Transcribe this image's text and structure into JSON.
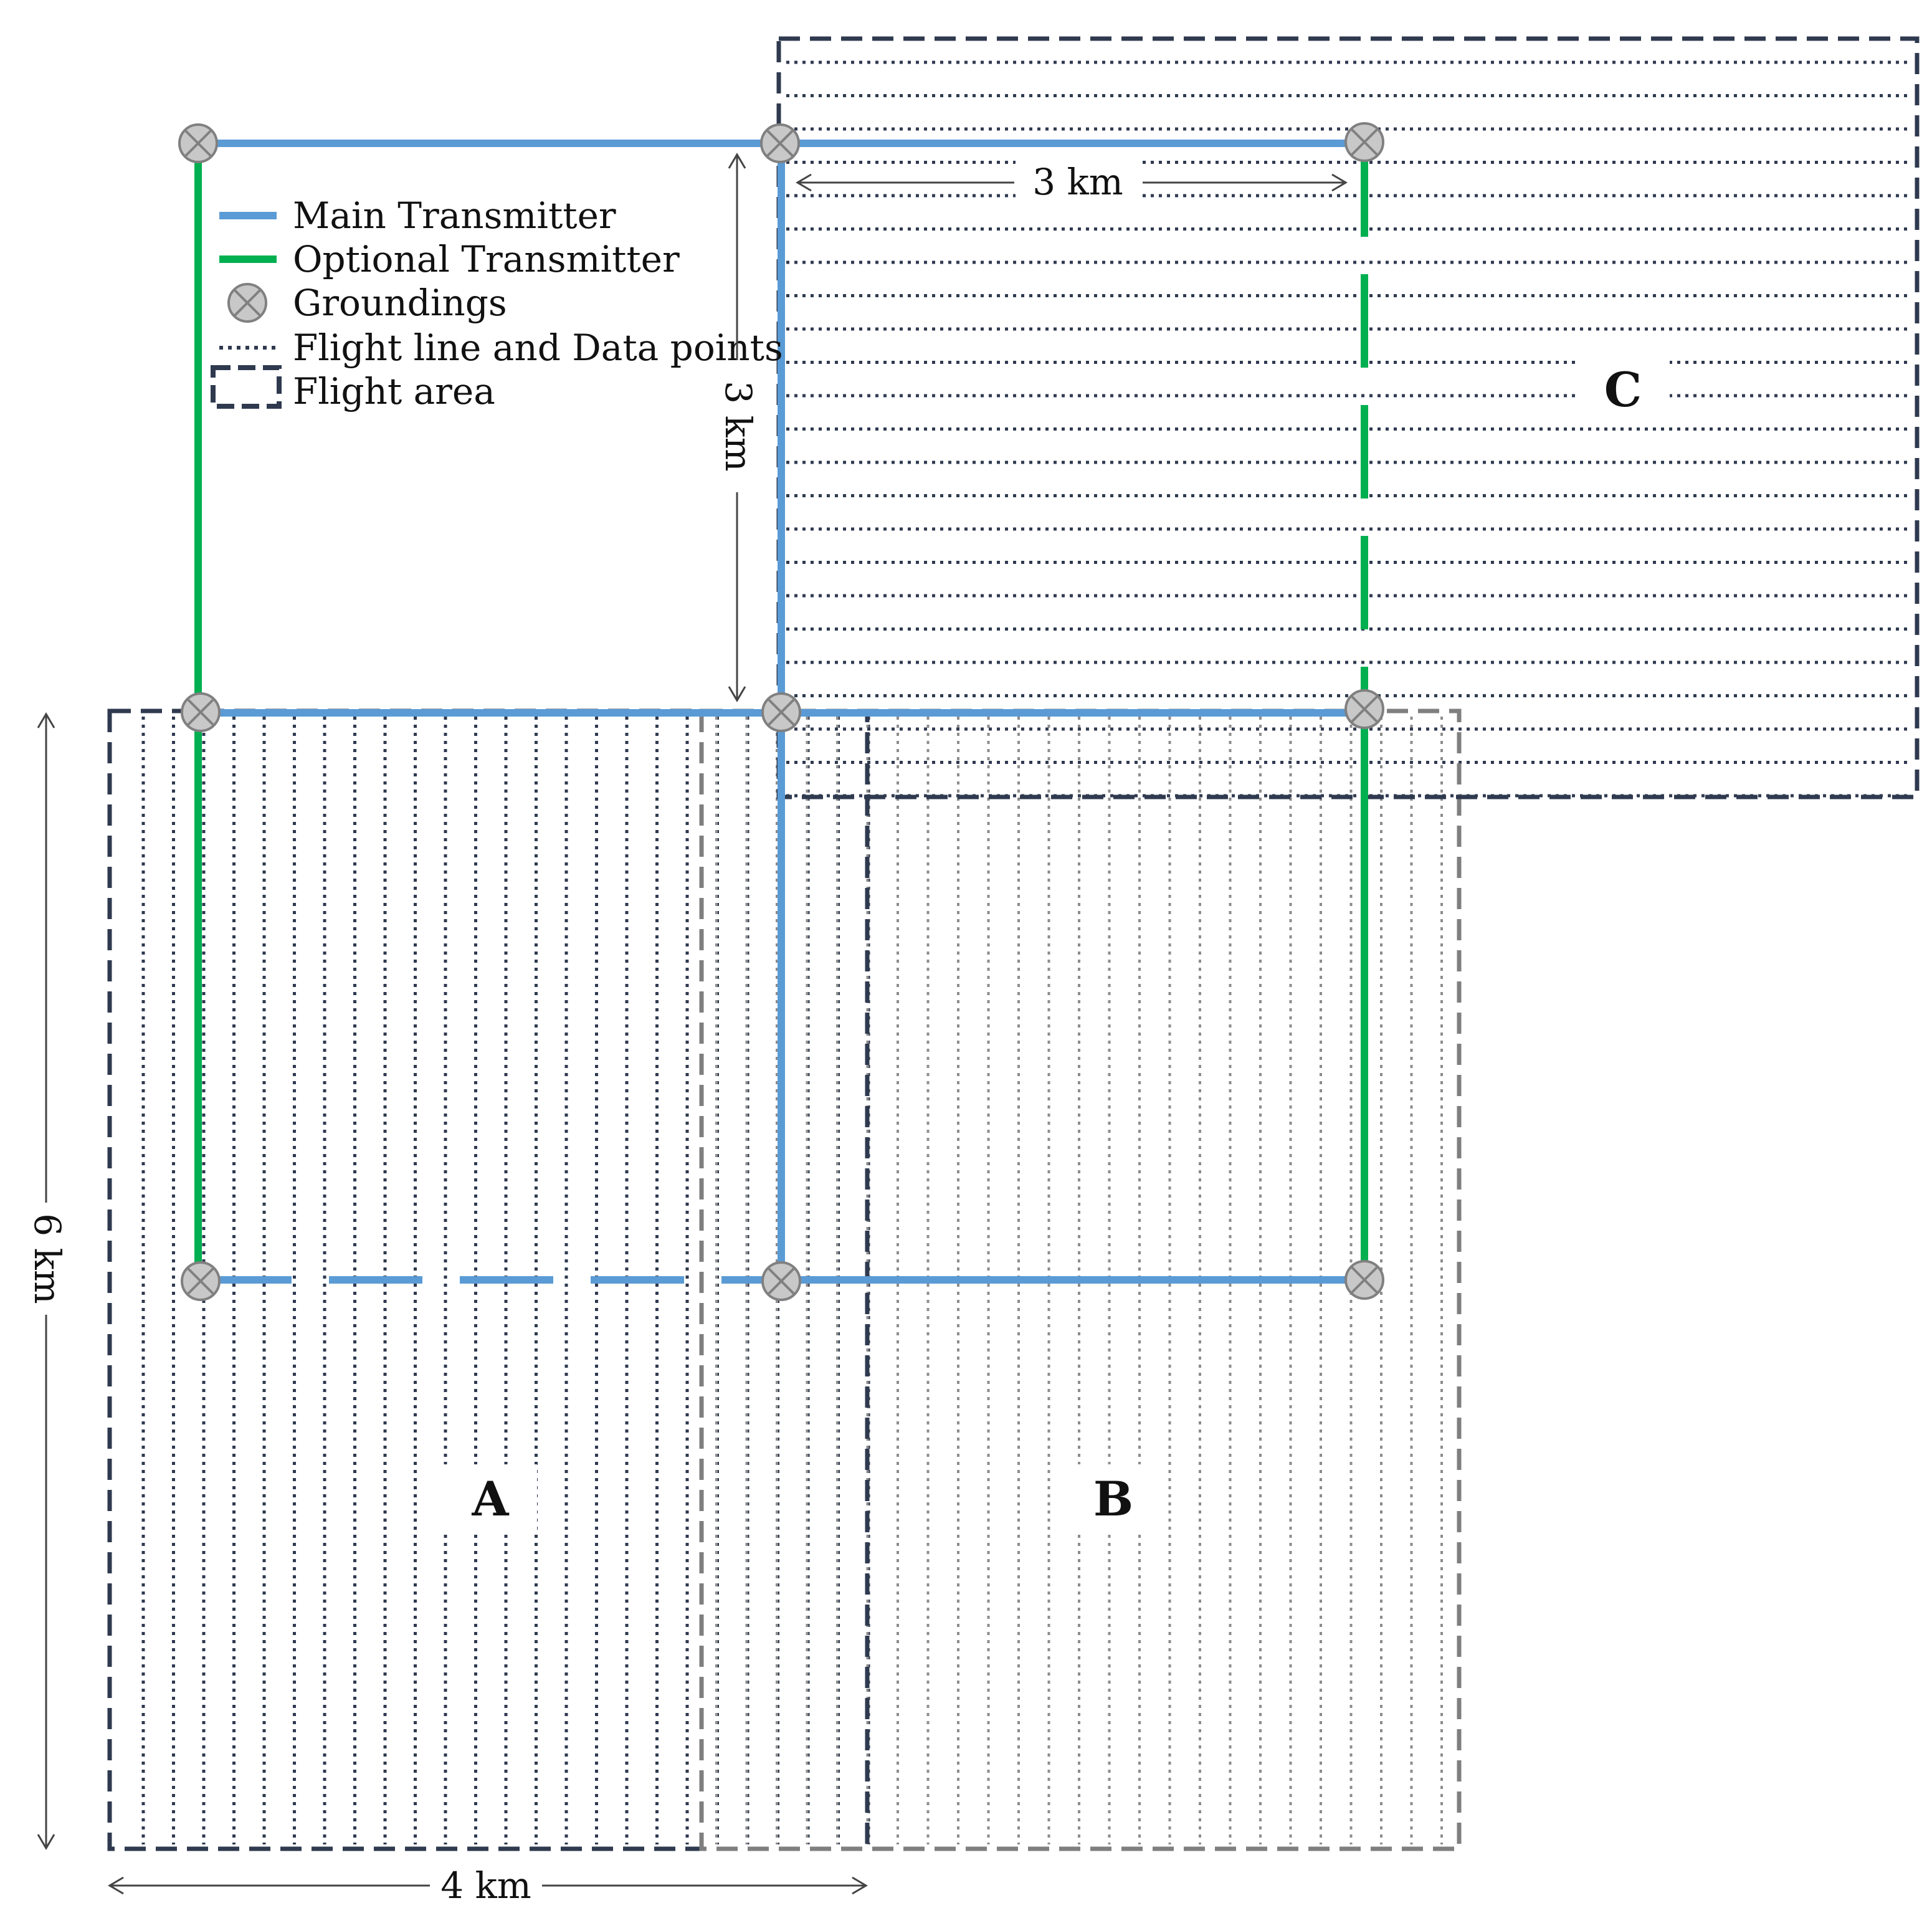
{
  "legend": {
    "main_transmitter": "Main Transmitter",
    "optional_transmitter": "Optional Transmitter",
    "groundings": "Groundings",
    "flight_line": "Flight line and Data points",
    "flight_area": "Flight area"
  },
  "dimensions": {
    "width_top": "3 km",
    "height_top": "3 km",
    "height_left": "6 km",
    "width_bottom": "4 km"
  },
  "areas": {
    "a": "A",
    "b": "B",
    "c": "C"
  },
  "colors": {
    "main_transmitter": "#5b9bd5",
    "optional_transmitter": "#00b050",
    "grounding_fill": "#c8c8c8",
    "grounding_stroke": "#808080",
    "area_a_border": "#2f3a4f",
    "area_b_border": "#7f7f7f",
    "area_c_border": "#2f3a4f",
    "flight_line_dark": "#2f3a4f",
    "flight_line_gray": "#8c8c8c",
    "arrow": "#444444"
  }
}
